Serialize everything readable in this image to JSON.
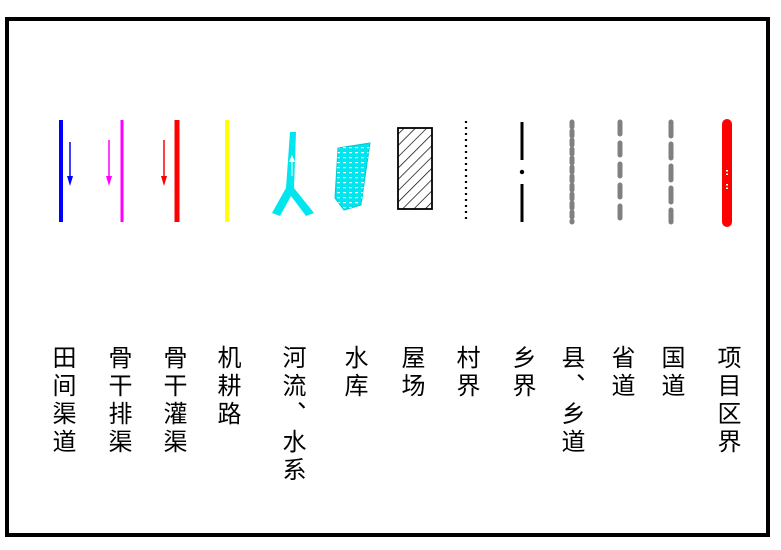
{
  "legend": {
    "items": [
      {
        "id": "project-boundary",
        "label": "项目区界",
        "color": "#ff0000"
      },
      {
        "id": "national-road",
        "label": "国道",
        "color": "#808080"
      },
      {
        "id": "provincial-road",
        "label": "省道",
        "color": "#808080"
      },
      {
        "id": "county-township-road",
        "label": "县、乡道",
        "color": "#808080"
      },
      {
        "id": "township-boundary",
        "label": "乡界",
        "color": "#000000"
      },
      {
        "id": "village-boundary",
        "label": "村界",
        "color": "#000000"
      },
      {
        "id": "residential-site",
        "label": "屋场",
        "color": "#000000"
      },
      {
        "id": "reservoir",
        "label": "水库",
        "color": "#00e5ee"
      },
      {
        "id": "river-water-system",
        "label": "河流、水系",
        "color": "#00e5ee"
      },
      {
        "id": "farm-road",
        "label": "机耕路",
        "color": "#ffff00"
      },
      {
        "id": "main-irrigation-canal",
        "label": "骨干灌渠",
        "color": "#ff0000"
      },
      {
        "id": "main-drainage-canal",
        "label": "骨干排渠",
        "color": "#ff00ff"
      },
      {
        "id": "field-canal",
        "label": "田间渠道",
        "color": "#0000ff"
      }
    ]
  }
}
